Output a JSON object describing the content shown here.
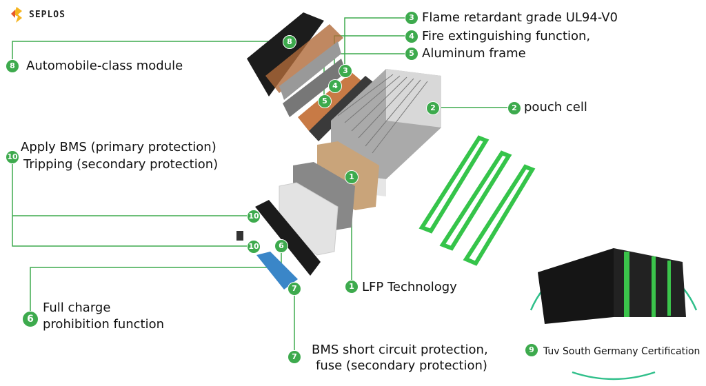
{
  "brand": {
    "name": "SEPLOS",
    "accent": "#3daa4d",
    "line_color": "#3daa4d",
    "circle_color": "#2fbf8a"
  },
  "callouts": [
    {
      "num": "1",
      "label": "LFP Technology"
    },
    {
      "num": "2",
      "label": "pouch cell"
    },
    {
      "num": "3",
      "label": "Flame retardant grade UL94-V0"
    },
    {
      "num": "4",
      "label": "Fire extinguishing function,"
    },
    {
      "num": "5",
      "label": "Aluminum frame"
    },
    {
      "num": "6",
      "label_line1": "Full charge",
      "label_line2": "prohibition function"
    },
    {
      "num": "7",
      "label_line1": "BMS short circuit protection,",
      "label_line2": "fuse (secondary protection)"
    },
    {
      "num": "8",
      "label": "Automobile-class module"
    },
    {
      "num": "9",
      "label": "Tuv South Germany Certification"
    },
    {
      "num": "10",
      "label_line1": "Apply BMS (primary protection)",
      "label_line2": "Tripping (secondary protection)"
    }
  ]
}
